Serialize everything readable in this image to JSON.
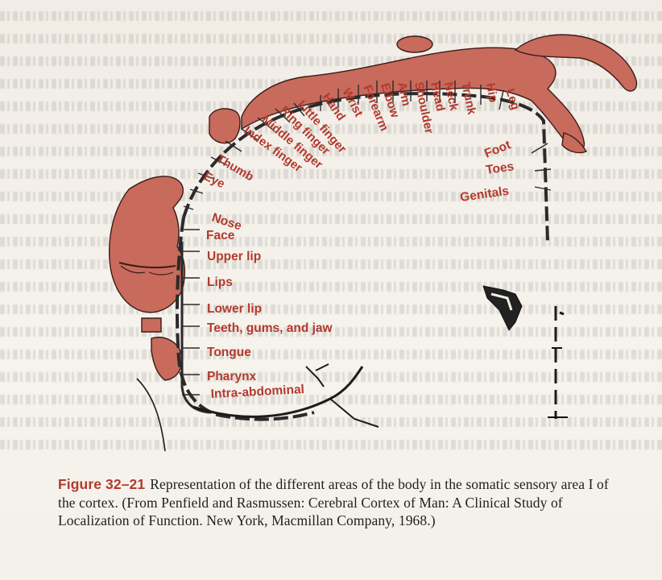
{
  "figure": {
    "labels_upper": [
      "Trunk",
      "Neck",
      "Head",
      "Shoulder",
      "Arm",
      "Elbow",
      "Forearm",
      "Wrist",
      "Hand",
      "Little finger",
      "Ring finger",
      "Middle finger",
      "Index finger",
      "Thumb",
      "Eye"
    ],
    "labels_right": [
      "Hip",
      "Leg",
      "Foot",
      "Toes",
      "Genitals"
    ],
    "labels_left": [
      "Nose",
      "Face",
      "Upper lip",
      "Lips",
      "Lower lip",
      "Teeth, gums, and jaw",
      "Tongue",
      "Pharynx",
      "Intra-abdominal"
    ]
  },
  "caption": {
    "label": "Figure 32–21",
    "text": "Representation of the different areas of the body in the somatic sensory area I of the cortex. (From Penfield and Rasmussen: Cerebral Cortex of Man: A Clinical Study of Localization of Function. New York, Macmillan Company, 1968.)"
  }
}
